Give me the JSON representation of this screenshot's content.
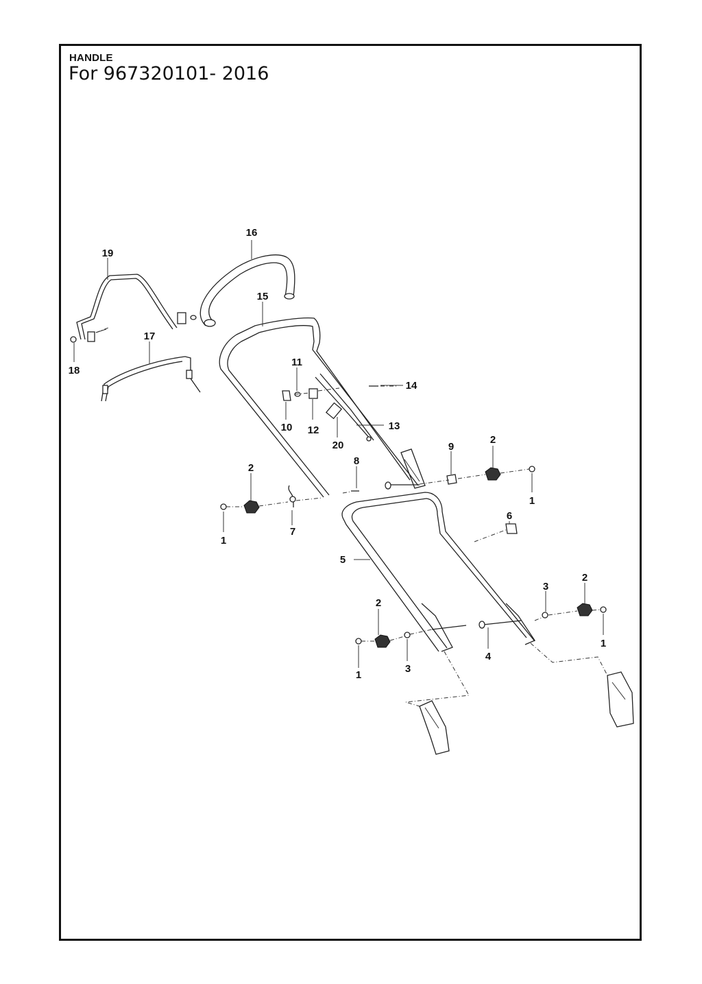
{
  "header": {
    "section": "HANDLE",
    "model": "For 967320101- 2016"
  },
  "callouts": [
    "1",
    "2",
    "3",
    "4",
    "5",
    "6",
    "7",
    "8",
    "9",
    "10",
    "11",
    "12",
    "13",
    "14",
    "15",
    "16",
    "17",
    "18",
    "19",
    "20"
  ]
}
